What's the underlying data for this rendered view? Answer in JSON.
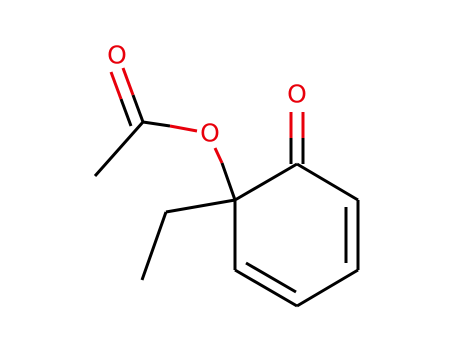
{
  "molecule": {
    "atoms": [
      {
        "id": "carbonyl_O_ester",
        "element": "O",
        "label": "O"
      },
      {
        "id": "ester_O",
        "element": "O",
        "label": "O"
      },
      {
        "id": "ketone_O",
        "element": "O",
        "label": "O"
      }
    ],
    "colors": {
      "bond": "#000000",
      "oxygen": "#e8000b"
    }
  }
}
